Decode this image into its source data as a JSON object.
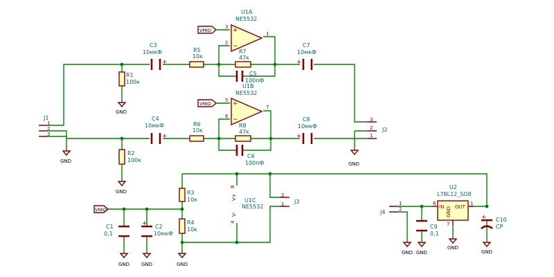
{
  "components": {
    "U1A": {
      "ref": "U1A",
      "value": "NE5532",
      "pins": {
        "in_plus": "3",
        "in_minus": "2",
        "out": "1"
      }
    },
    "U1B": {
      "ref": "U1B",
      "value": "NE5532",
      "pins": {
        "in_plus": "5",
        "in_minus": "6",
        "out": "7"
      }
    },
    "U1C": {
      "ref": "U1C",
      "value": "NE5532",
      "pins": {
        "vplus": "8",
        "vminus": "4"
      },
      "vplus_label": "V+",
      "vminus_label": "V-"
    },
    "U2": {
      "ref": "U2",
      "value": "L78L12_SO8",
      "pins": {
        "in": "8",
        "out": "1",
        "gnd": "7"
      },
      "in_label": "IN",
      "out_label": "OUT",
      "gnd_label": "GND"
    },
    "R1": {
      "ref": "R1",
      "value": "100к"
    },
    "R2": {
      "ref": "R2",
      "value": "100к"
    },
    "R3": {
      "ref": "R3",
      "value": "10к"
    },
    "R4": {
      "ref": "R4",
      "value": "10к"
    },
    "R5": {
      "ref": "R5",
      "value": "10к"
    },
    "R6": {
      "ref": "R6",
      "value": "10к"
    },
    "R7": {
      "ref": "R7",
      "value": "47к"
    },
    "R8": {
      "ref": "R8",
      "value": "47к"
    },
    "C1": {
      "ref": "C1",
      "value": "0,1"
    },
    "C2": {
      "ref": "C2",
      "value": "10мкФ"
    },
    "C3": {
      "ref": "C3",
      "value": "10мкФ"
    },
    "C4": {
      "ref": "C4",
      "value": "10мкФ"
    },
    "C5": {
      "ref": "C5",
      "value": "100пФ"
    },
    "C6": {
      "ref": "C6",
      "value": "100пФ"
    },
    "C7": {
      "ref": "C7",
      "value": "10мкФ"
    },
    "C8": {
      "ref": "C8",
      "value": "10мкФ"
    },
    "C9": {
      "ref": "C9",
      "value": "0,1"
    },
    "C10": {
      "ref": "C10",
      "value": "CP"
    },
    "J1": {
      "ref": "J1",
      "pins": [
        "1",
        "2",
        "3"
      ]
    },
    "J2": {
      "ref": "J2",
      "pins": [
        "3",
        "2",
        "1"
      ]
    },
    "J3": {
      "ref": "J3",
      "pins": [
        "2",
        "1"
      ]
    },
    "J4": {
      "ref": "J4",
      "pins": [
        "1",
        "2"
      ]
    }
  },
  "net_labels": {
    "vmid": "VMID",
    "gnd": "GND"
  },
  "colors": {
    "wire": "#008400",
    "component": "#840000",
    "fill": "#ffffc2",
    "text": "#006464"
  }
}
